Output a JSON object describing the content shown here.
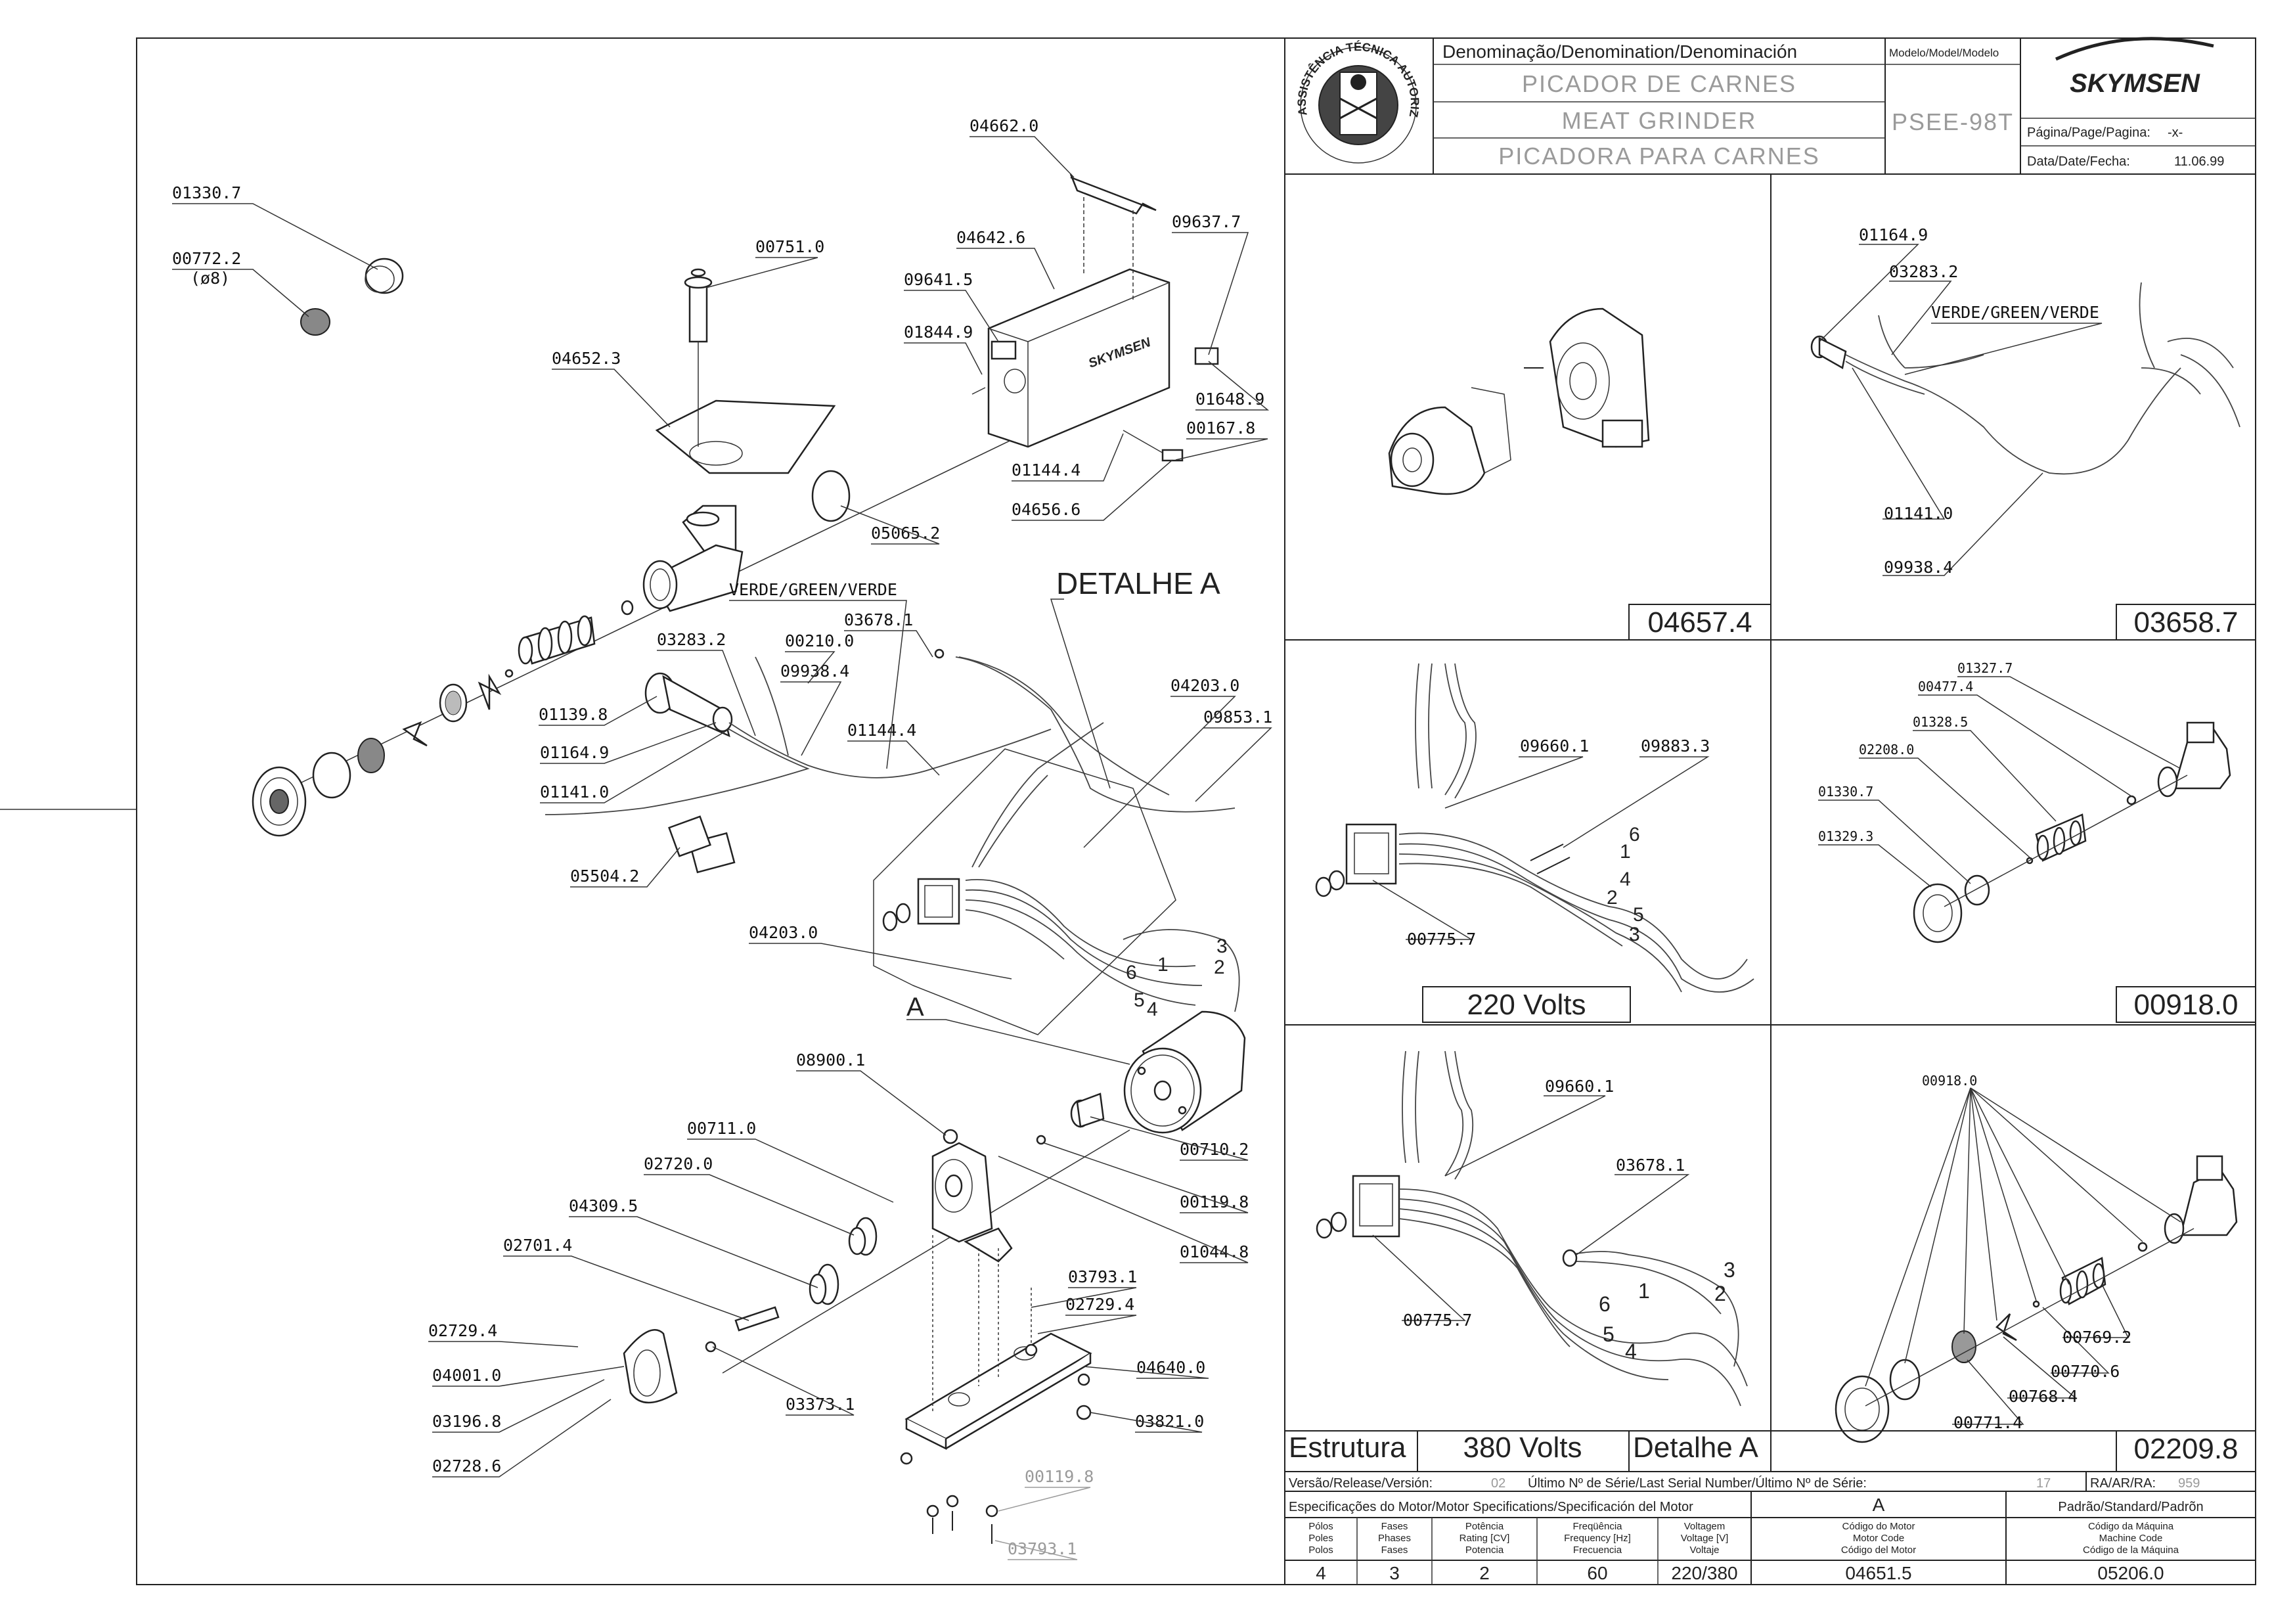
{
  "title_block": {
    "denomination_header": "Denominação/Denomination/Denominación",
    "name_pt": "PICADOR DE CARNES",
    "name_en": "MEAT GRINDER",
    "name_es": "PICADORA PARA CARNES",
    "model_header": "Modelo/Model/Modelo",
    "model": "PSEE-98T",
    "brand": "SKYMSEN",
    "page_label": "Página/Page/Pagina:",
    "page_value": "-x-",
    "date_label": "Data/Date/Fecha:",
    "date_value": "11.06.99",
    "seal_text": "ASSISTÊNCIA TÉCNICA AUTORIZADA"
  },
  "main_labels": {
    "detail_a": "DETALHE A",
    "a": "A",
    "verde": "VERDE/GREEN/VERDE",
    "d8": "(ø8)",
    "parts": [
      "01330.7",
      "00772.2",
      "00751.0",
      "04652.3",
      "04662.0",
      "04642.6",
      "09637.7",
      "09641.5",
      "01844.9",
      "01648.9",
      "00167.8",
      "01144.4",
      "04656.6",
      "05065.2",
      "03283.2",
      "00210.0",
      "03678.1",
      "09938.4",
      "01139.8",
      "01144.4",
      "01164.9",
      "01141.0",
      "04203.0",
      "09853.1",
      "05504.2",
      "04203.0",
      "08900.1",
      "00711.0",
      "00710.2",
      "02720.0",
      "00119.8",
      "04309.5",
      "01044.8",
      "02701.4",
      "03793.1",
      "02729.4",
      "02729.4",
      "04640.0",
      "04001.0",
      "03373.1",
      "03196.8",
      "03821.0",
      "02728.6",
      "00119.8",
      "03793.1"
    ],
    "wire_numbers": [
      "3",
      "2",
      "1",
      "6",
      "5",
      "4"
    ]
  },
  "panels": {
    "p1_code": "04657.4",
    "p2_code": "03658.7",
    "p2_labels": [
      "01164.9",
      "03283.2",
      "VERDE/GREEN/VERDE",
      "01141.0",
      "09938.4"
    ],
    "p3_labels": [
      "09660.1",
      "09883.3",
      "00775.7"
    ],
    "p3_numbers": [
      "6",
      "1",
      "4",
      "2",
      "5",
      "3"
    ],
    "p3_caption": "220 Volts",
    "p4_labels": [
      "01327.7",
      "00477.4",
      "01328.5",
      "02208.0",
      "01330.7",
      "01329.3"
    ],
    "p4_code": "00918.0",
    "p5_labels": [
      "09660.1",
      "03678.1",
      "00775.7"
    ],
    "p5_numbers": [
      "3",
      "2",
      "1",
      "6",
      "5",
      "4"
    ],
    "p5_caption": "380 Volts",
    "p6_labels": [
      "00918.0",
      "00769.2",
      "00770.6",
      "00768.4",
      "00771.4"
    ],
    "p6_code": "02209.8",
    "estrutura": "Estrutura",
    "detalhe_a": "Detalhe A"
  },
  "footer": {
    "release_label": "Versão/Release/Versión:",
    "release_value": "02",
    "serial_label": "Último Nº de Série/Last Serial Number/Último Nº de Série:",
    "serial_value": "17",
    "ra_label": "RA/AR/RA:",
    "ra_value": "959",
    "motor_spec": "Especificações do Motor/Motor Specifications/Specificación del Motor",
    "col_a": "A",
    "standard": "Padrão/Standard/Padrõn",
    "poles": [
      "Pólos",
      "Poles",
      "Polos"
    ],
    "phases": [
      "Fases",
      "Phases",
      "Fases"
    ],
    "power": [
      "Potência",
      "Rating [CV]",
      "Potencia"
    ],
    "frequency": [
      "Freqüência",
      "Frequency [Hz]",
      "Frecuencia"
    ],
    "voltage": [
      "Voltagem",
      "Voltage [V]",
      "Voltaje"
    ],
    "motor_code": [
      "Código do Motor",
      "Motor Code",
      "Código del Motor"
    ],
    "machine_code": [
      "Código da Máquina",
      "Machine Code",
      "Código de la Máquina"
    ],
    "values": {
      "poles": "4",
      "phases": "3",
      "power": "2",
      "frequency": "60",
      "voltage": "220/380",
      "motor_code": "04651.5",
      "machine_code": "05206.0"
    }
  }
}
